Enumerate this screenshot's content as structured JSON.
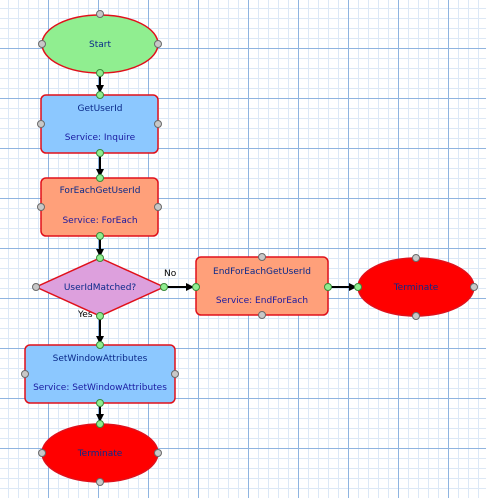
{
  "diagram": {
    "nodes": {
      "start": {
        "label": "Start"
      },
      "get_user_id": {
        "label": "GetUserId",
        "service": "Service: Inquire"
      },
      "for_each": {
        "label": "ForEachGetUserId",
        "service": "Service: ForEach"
      },
      "decision": {
        "label": "UserIdMatched?"
      },
      "end_for_each": {
        "label": "EndForEachGetUserId",
        "service": "Service: EndForEach"
      },
      "terminate_right": {
        "label": "Terminate"
      },
      "set_window": {
        "label": "SetWindowAttributes",
        "service": "Service: SetWindowAttributes"
      },
      "terminate_bottom": {
        "label": "Terminate"
      }
    },
    "edges": {
      "no_label": "No",
      "yes_label": "Yes"
    }
  },
  "colors": {
    "start_fill": "#90ee90",
    "terminate_fill": "#ff0000",
    "service_fill": "#8cc8ff",
    "loop_fill": "#ffa07a",
    "decision_fill": "#dda0dd",
    "border": "#e0101a",
    "grid": "#8fb4e0"
  }
}
